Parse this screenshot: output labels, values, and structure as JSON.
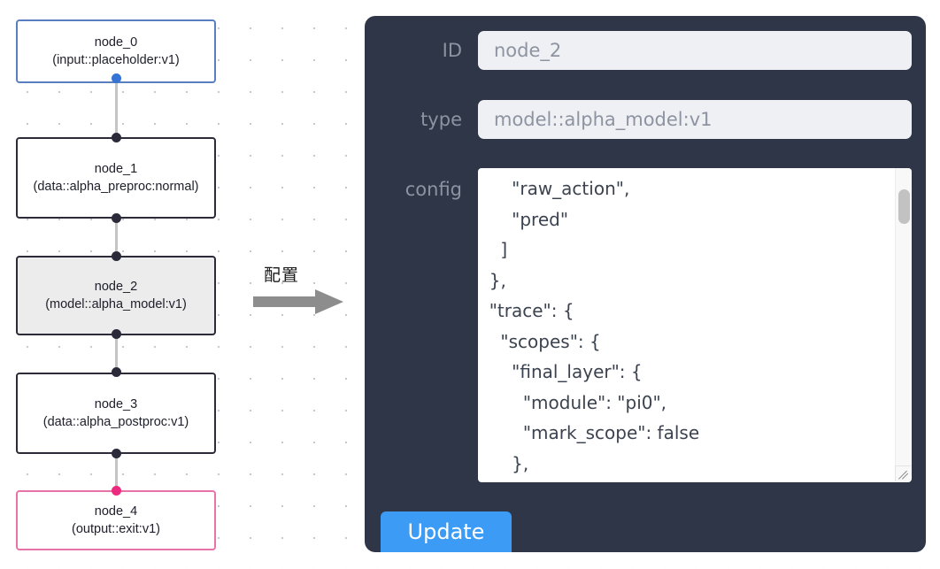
{
  "graph": {
    "nodes": [
      {
        "id": "node_0",
        "title": "node_0",
        "subtitle": "(input::placeholder:v1)",
        "accent": "#5a7fc0",
        "selected": false,
        "port_color": "#3573d4"
      },
      {
        "id": "node_1",
        "title": "node_1",
        "subtitle": "(data::alpha_preproc:normal)",
        "accent": "#2b2b3a",
        "selected": false,
        "port_color": "#2a2a3a"
      },
      {
        "id": "node_2",
        "title": "node_2",
        "subtitle": "(model::alpha_model:v1)",
        "accent": "#2b2b3a",
        "selected": true,
        "port_color": "#2a2a3a"
      },
      {
        "id": "node_3",
        "title": "node_3",
        "subtitle": "(data::alpha_postproc:v1)",
        "accent": "#2b2b3a",
        "selected": false,
        "port_color": "#2a2a3a"
      },
      {
        "id": "node_4",
        "title": "node_4",
        "subtitle": "(output::exit:v1)",
        "accent": "#e873a8",
        "selected": false,
        "port_color": "#ec2a7e"
      }
    ],
    "edges": [
      {
        "from": "node_0",
        "to": "node_1"
      },
      {
        "from": "node_1",
        "to": "node_2"
      },
      {
        "from": "node_2",
        "to": "node_3"
      },
      {
        "from": "node_3",
        "to": "node_4"
      }
    ],
    "edge_color": "#c4c4c4"
  },
  "transition": {
    "label": "配置",
    "arrow_icon": "arrow-right-icon",
    "arrow_color": "#8d8d8d"
  },
  "panel": {
    "background": "#2e3648",
    "fields": [
      {
        "key": "id",
        "label": "ID",
        "value": "node_2",
        "placeholder": "node id"
      },
      {
        "key": "type",
        "label": "type",
        "value": "model::alpha_model:v1",
        "placeholder": "node type"
      }
    ],
    "config": {
      "label": "config",
      "value": "      \"raw_action\",\n      \"pred\"\n    ]\n  },\n  \"trace\": {\n    \"scopes\": {\n      \"final_layer\": {\n        \"module\": \"pi0\",\n        \"mark_scope\": false\n      },\n      \"action_model\": {",
      "placeholder": "config json",
      "scrollbar": {
        "name": "textarea-scrollbar",
        "thumb_top_pct": 7,
        "thumb_height_pct": 11
      },
      "resize_handle": "resize-grip-icon"
    },
    "update_button": {
      "label": "Update",
      "color": "#3c9bf5",
      "text_color": "#ffffff"
    }
  }
}
